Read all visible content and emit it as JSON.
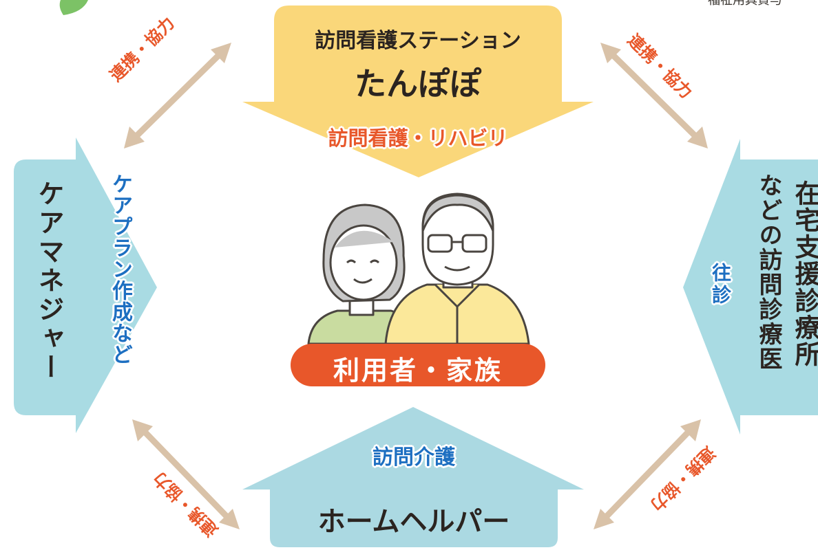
{
  "colors": {
    "nurse_arrow": "#fad77a",
    "side_arrow": "#a9dbe3",
    "house": "#abd9e2",
    "connector": "#d9c2a8",
    "accent_orange": "#e8572a",
    "text_blue": "#1d6fc1",
    "text_dark": "#2b2420",
    "leaf": "#7cc266"
  },
  "top_right_fragment": "福祉用具貸与",
  "nurse_station": {
    "name": "訪問看護ステーション",
    "brand": "たんぽぽ",
    "service": "訪問看護・リハビリ"
  },
  "care_manager": {
    "role": "ケアマネジャー",
    "service": "ケアプラン作成など"
  },
  "clinic": {
    "line1": "在宅支援診療所",
    "line2": "などの訪問診療医",
    "service": "往診"
  },
  "home_helper": {
    "role": "ホームヘルパー",
    "service": "訪問介護"
  },
  "center": {
    "label": "利用者・家族"
  },
  "connectors": {
    "top_left": "連携・協力",
    "top_right": "連携・協力",
    "bottom_left": "連携・協力",
    "bottom_right": "連携・協力"
  }
}
